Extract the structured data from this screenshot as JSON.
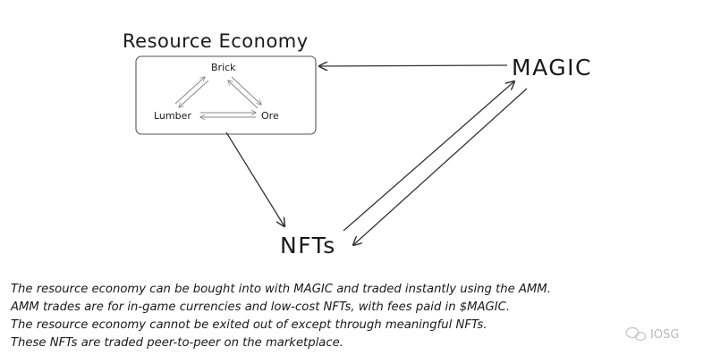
{
  "title": "Resource Economy",
  "nodes": {
    "brick": "Brick",
    "lumber": "Lumber",
    "ore": "Ore",
    "magic": "MAGIC",
    "nfts": "NFTs"
  },
  "caption": [
    "The resource economy can be bought into with MAGIC and traded instantly using the AMM.",
    "AMM trades are for in-game currencies and low-cost NFTs, with fees paid in $MAGIC.",
    "The resource economy cannot be exited out of except through meaningful NFTs.",
    "These NFTs are traded peer-to-peer on the marketplace."
  ],
  "watermark": "IOSG"
}
